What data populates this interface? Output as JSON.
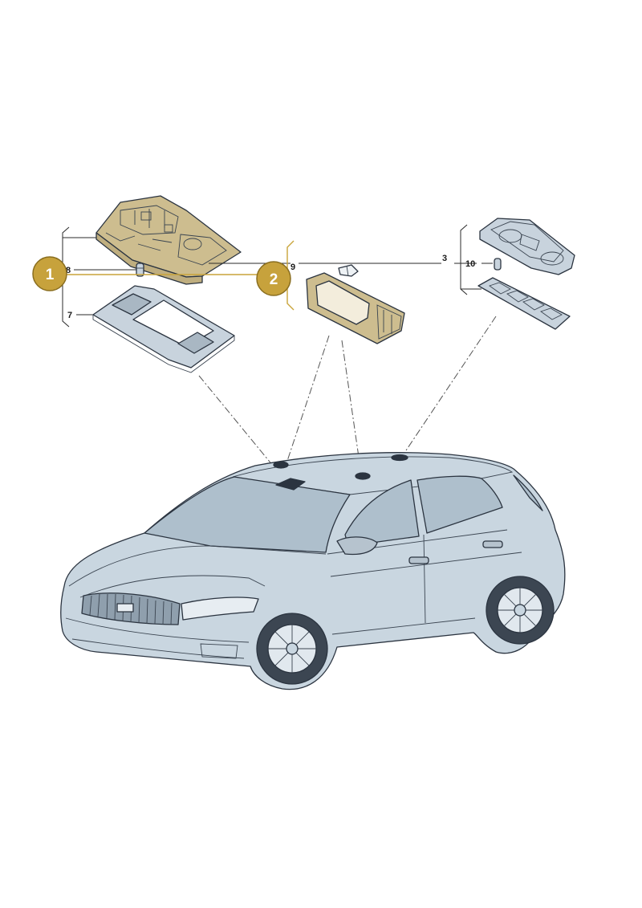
{
  "badges": {
    "one": "1",
    "two": "2"
  },
  "labels": {
    "l3": "3",
    "l7": "7",
    "l8": "8",
    "l9": "9",
    "l10": "10"
  },
  "colors": {
    "highlight": "#c7a23c",
    "highlight_fill": "#cdbd8f",
    "part_fill": "#c8d3dd",
    "car_body": "#c9d6e0",
    "car_glass": "#aebfcc",
    "outline": "#2b3440"
  }
}
